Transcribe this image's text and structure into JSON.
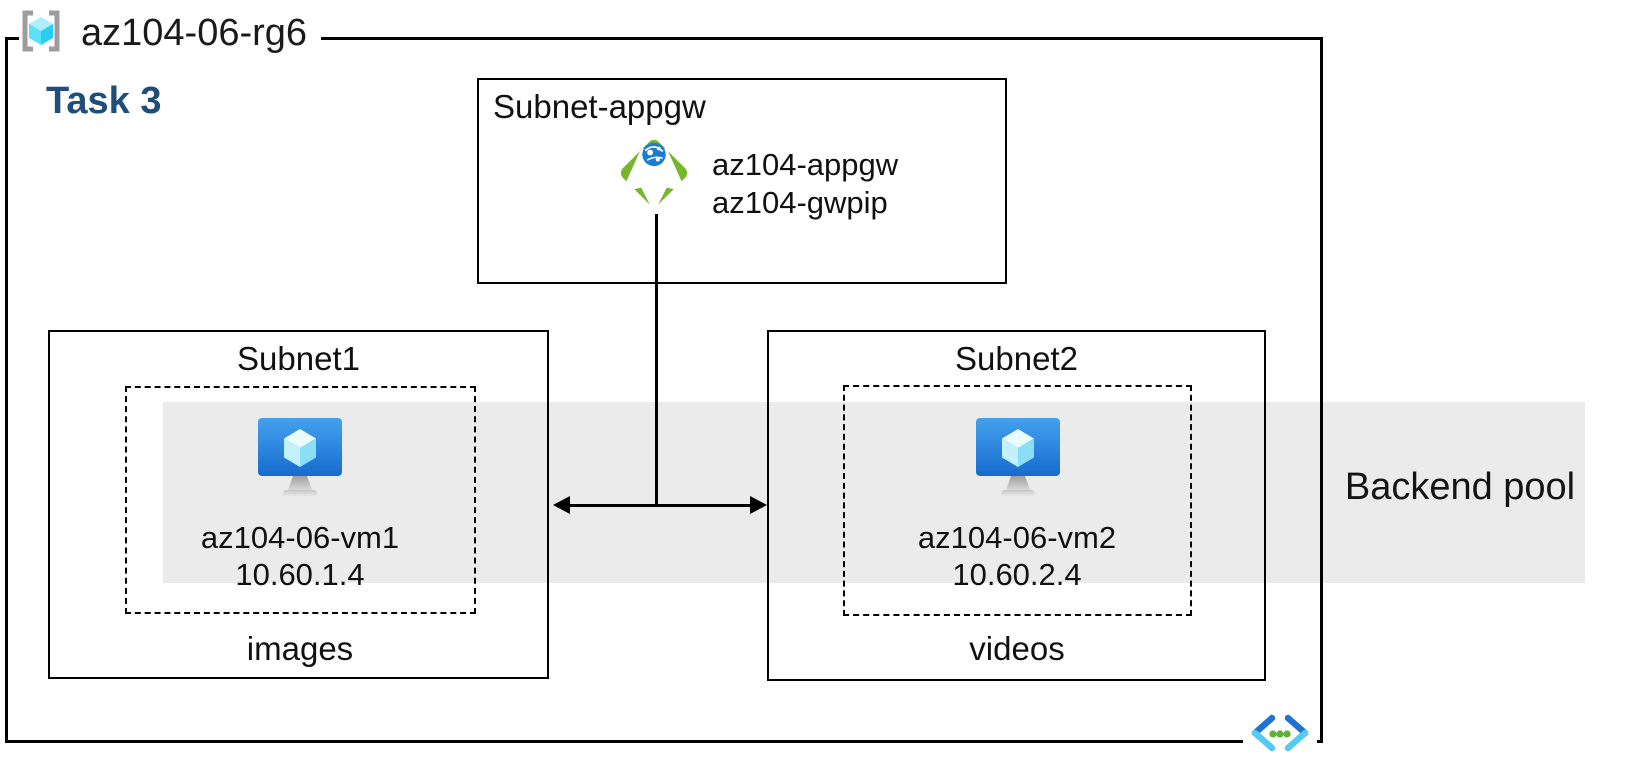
{
  "resource_group": {
    "label": "az104-06-rg6"
  },
  "task_label": "Task 3",
  "appgw_subnet": {
    "title": "Subnet-appgw",
    "gateway_name": "az104-appgw",
    "public_ip_name": "az104-gwpip"
  },
  "subnet1": {
    "title": "Subnet1",
    "vm_name": "az104-06-vm1",
    "vm_ip": "10.60.1.4",
    "storage_label": "images"
  },
  "subnet2": {
    "title": "Subnet2",
    "vm_name": "az104-06-vm2",
    "vm_ip": "10.60.2.4",
    "storage_label": "videos"
  },
  "backend_pool_label": "Backend pool",
  "icons": {
    "resource_group": "resource-group-brackets-cube",
    "application_gateway": "green-diamond-arrows-globe",
    "virtual_machine": "blue-monitor-cube",
    "virtual_network": "chevrons-with-dots"
  },
  "colors": {
    "task_blue": "#1F4E79",
    "band_gray": "#EBEBEB",
    "appgw_green": "#77B72C",
    "globe_blue": "#1C7CD4",
    "vm_blue_top": "#44A1ED",
    "vm_blue_bottom": "#186BCE",
    "cube_cyan": "#50E6FF",
    "vnet_blue": "#2173D3",
    "vnet_cyan": "#55CBF4",
    "vnet_dot_green": "#5CB32E",
    "line_black": "#000000"
  }
}
